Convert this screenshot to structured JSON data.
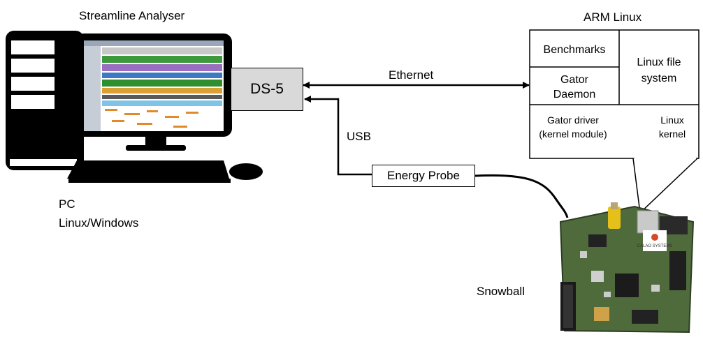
{
  "labels": {
    "streamline": "Streamline Analyser",
    "arm_linux": "ARM Linux",
    "ds5": "DS-5",
    "ethernet": "Ethernet",
    "usb": "USB",
    "energy_probe": "Energy Probe",
    "pc": "PC",
    "pc_os": "Linux/Windows",
    "snowball": "Snowball",
    "board_logo": "CALAO SYSTEMS"
  },
  "stack": {
    "benchmarks": "Benchmarks",
    "linux_fs_1": "Linux file",
    "linux_fs_2": "system",
    "gator_daemon_1": "Gator",
    "gator_daemon_2": "Daemon",
    "gator_driver_1": "Gator driver",
    "gator_driver_2": "(kernel module)",
    "linux_kernel_1": "Linux",
    "linux_kernel_2": "kernel"
  },
  "colors": {
    "ds5_fill": "#d9d9d9",
    "board_green": "#4f6b3c",
    "monitor_body": "#000000"
  }
}
